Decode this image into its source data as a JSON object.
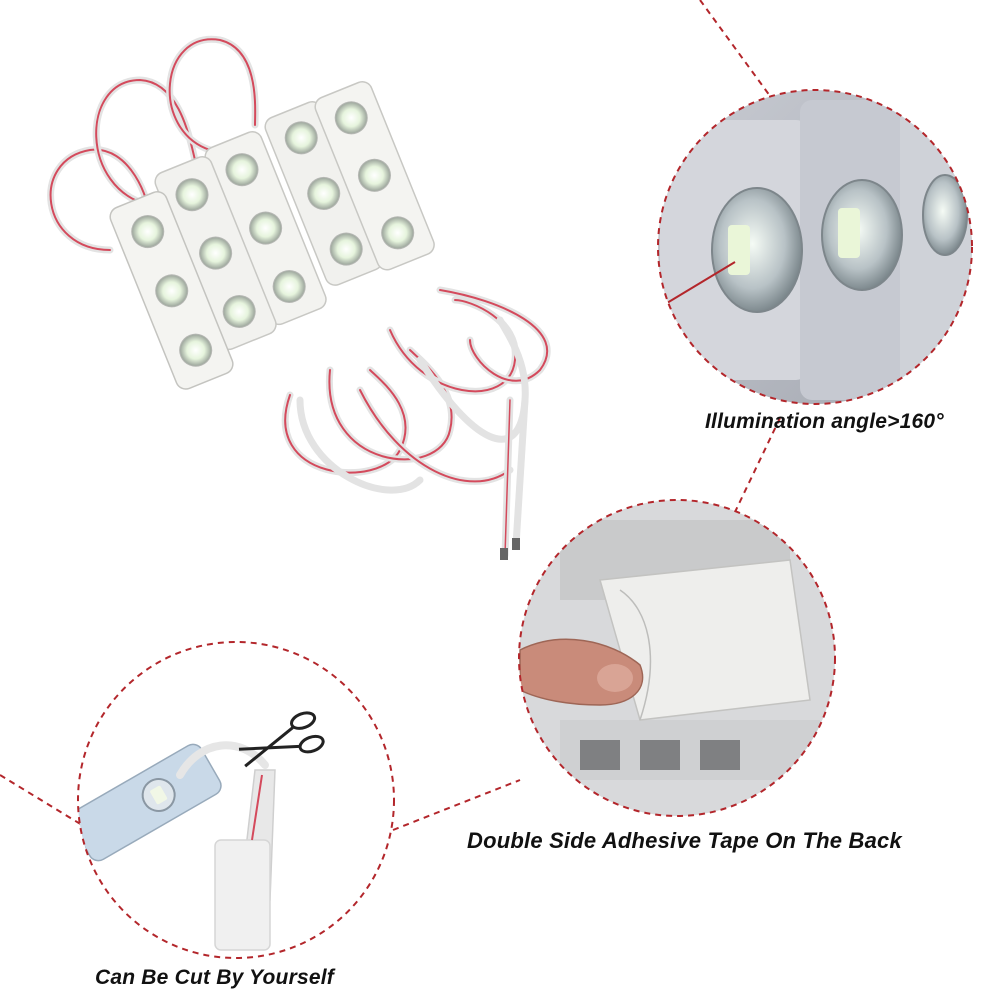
{
  "captions": {
    "illumination": "Illumination angle>160°",
    "adhesive": "Double Side Adhesive Tape On The Back",
    "cut": "Can Be Cut By Yourself"
  },
  "colors": {
    "dash_red": "#b3262b",
    "module_white": "#f1f1ee",
    "wire_red": "#d44a5c",
    "lens_glow": "#eaf6d8"
  }
}
